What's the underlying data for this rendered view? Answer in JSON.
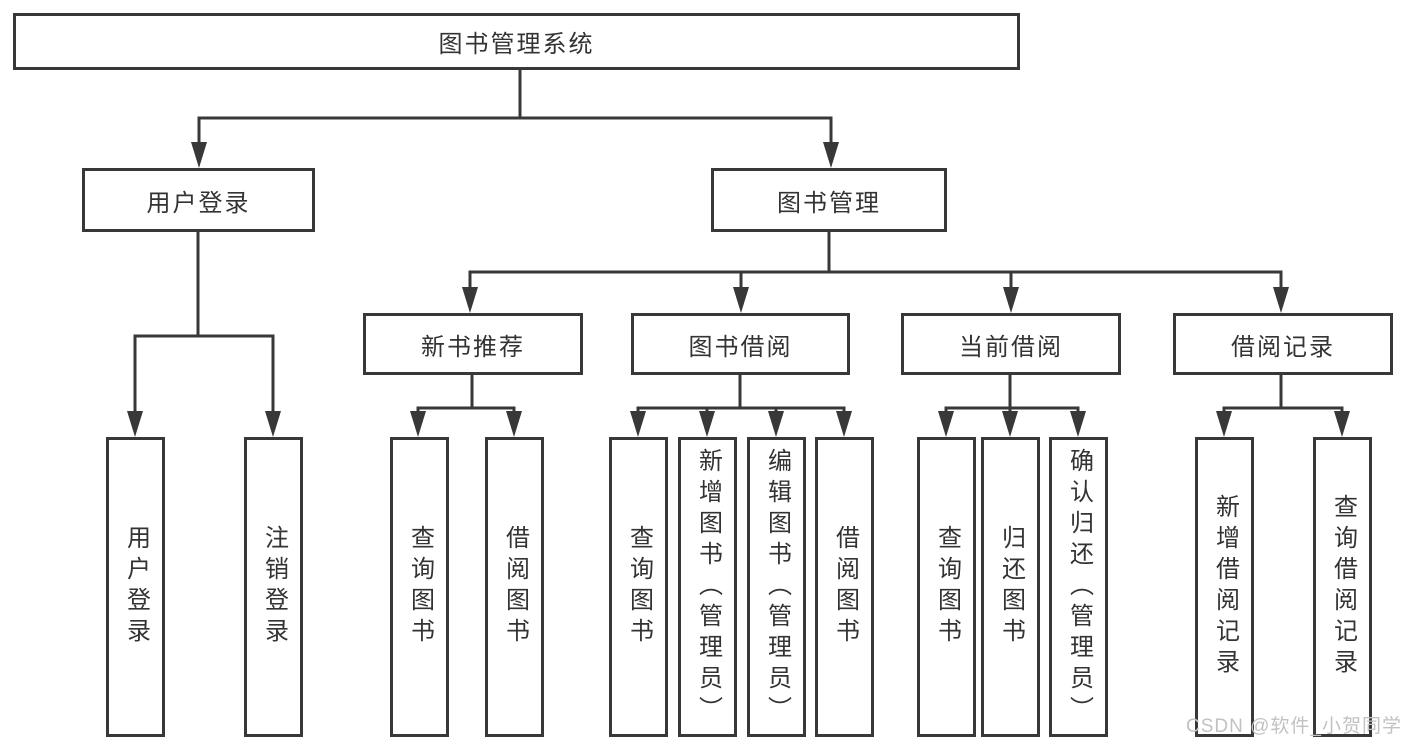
{
  "tree": {
    "root": {
      "label": "图书管理系统"
    },
    "branches": [
      {
        "label": "用户登录",
        "children": [
          {
            "label": "用户登录"
          },
          {
            "label": "注销登录"
          }
        ]
      },
      {
        "label": "图书管理",
        "children": [
          {
            "label": "新书推荐",
            "children": [
              {
                "label": "查询图书"
              },
              {
                "label": "借阅图书"
              }
            ]
          },
          {
            "label": "图书借阅",
            "children": [
              {
                "label": "查询图书"
              },
              {
                "label": "新增图书（管理员）"
              },
              {
                "label": "编辑图书（管理员）"
              },
              {
                "label": "借阅图书"
              }
            ]
          },
          {
            "label": "当前借阅",
            "children": [
              {
                "label": "查询图书"
              },
              {
                "label": "归还图书"
              },
              {
                "label": "确认归还（管理员）"
              }
            ]
          },
          {
            "label": "借阅记录",
            "children": [
              {
                "label": "新增借阅记录"
              },
              {
                "label": "查询借阅记录"
              }
            ]
          }
        ]
      }
    ]
  },
  "colors": {
    "line": "#383838",
    "text": "#333333",
    "watermark": "#c2c2c2"
  },
  "watermark": {
    "text": "CSDN @软件_小贺同学"
  }
}
